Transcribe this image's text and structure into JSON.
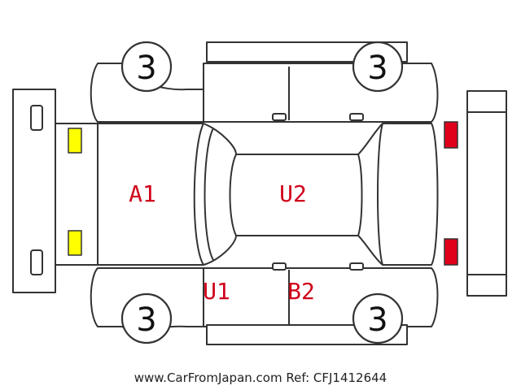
{
  "tires": {
    "front_left": "3",
    "rear_left": "3",
    "front_right": "3",
    "rear_right": "3"
  },
  "damage_codes": {
    "hood": "A1",
    "roof": "U2",
    "front_left_side": "U1",
    "rear_left_side": "B2"
  },
  "credit": "www.CarFromJapan.com Ref: CFJ1412644",
  "colors": {
    "code_text": "#d0021b",
    "headlight": "#ffff00",
    "taillight": "#e0001b",
    "outline": "#333333"
  }
}
